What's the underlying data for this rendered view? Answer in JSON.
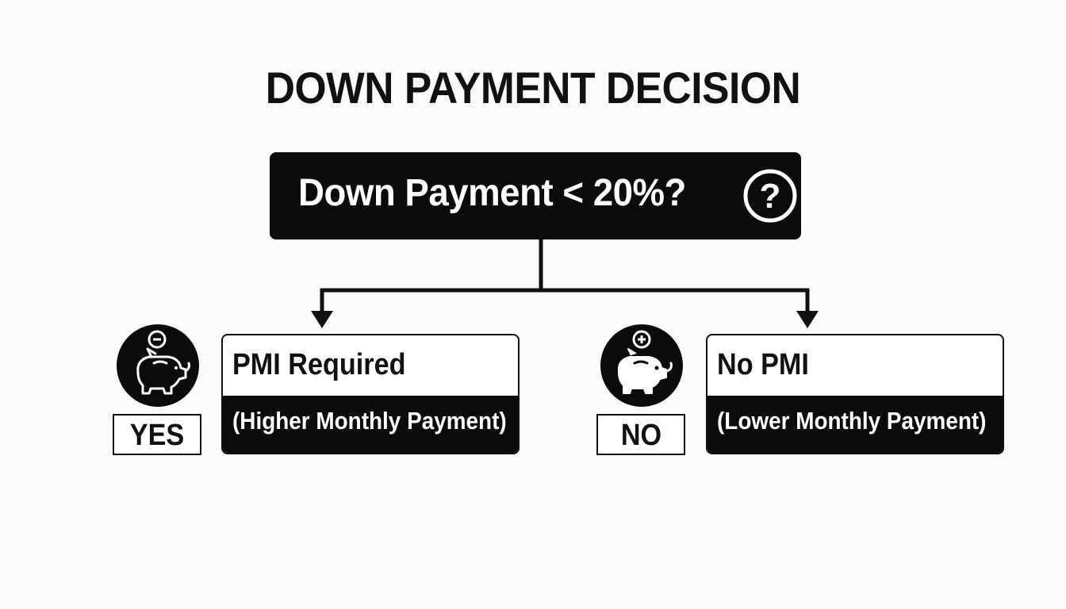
{
  "title": "DOWN PAYMENT DECISION",
  "question": {
    "text": "Down Payment < 20%?",
    "icon": "question-circle-icon"
  },
  "branches": [
    {
      "label": "YES",
      "icon": "piggy-bank-minus-icon",
      "result_title": "PMI Required",
      "result_subtitle": "(Higher Monthly Payment)"
    },
    {
      "label": "NO",
      "icon": "piggy-bank-plus-icon",
      "result_title": "No PMI",
      "result_subtitle": "(Lower Monthly Payment)"
    }
  ],
  "colors": {
    "dark": "#0b0b0b",
    "light": "#ffffff",
    "background": "#fbfbfb"
  }
}
